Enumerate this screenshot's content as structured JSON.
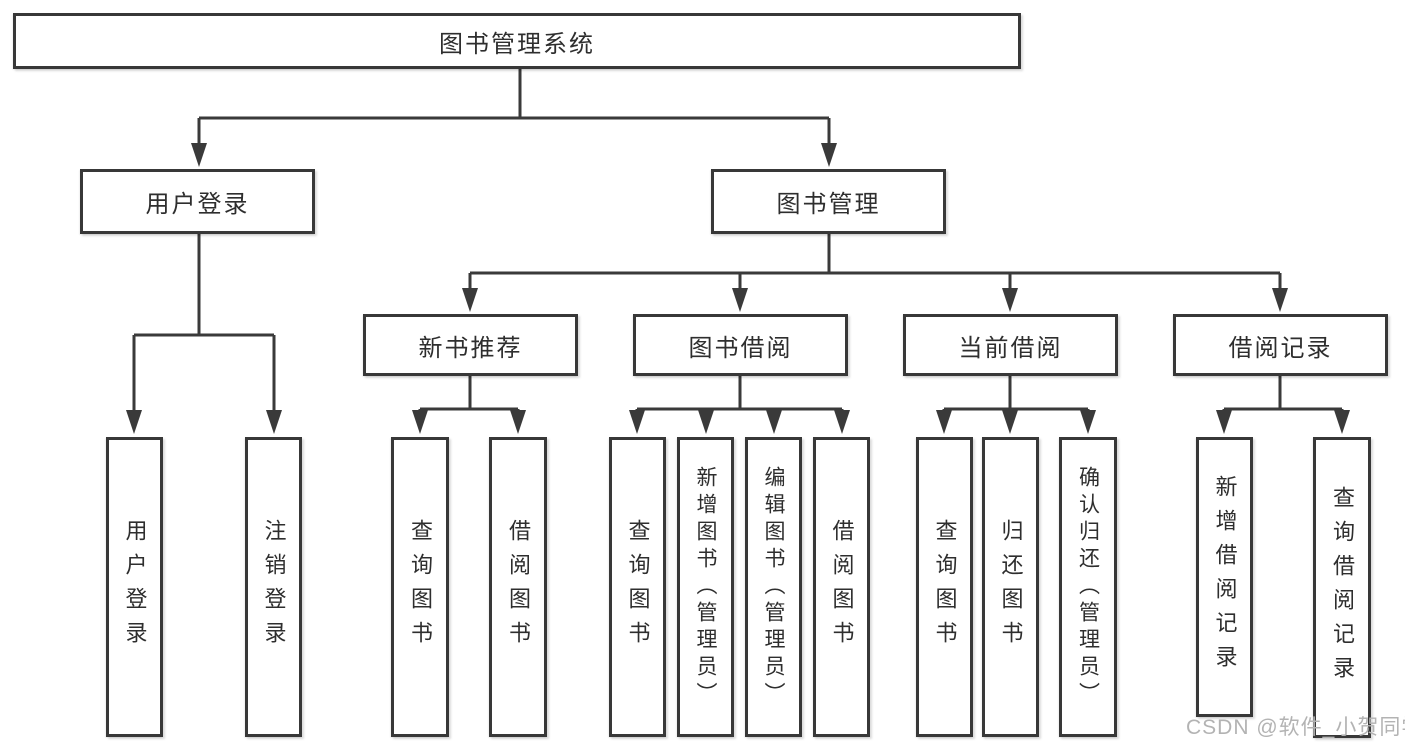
{
  "diagram": {
    "root": "图书管理系统",
    "branches": [
      "用户登录",
      "图书管理"
    ],
    "modules": [
      "新书推荐",
      "图书借阅",
      "当前借阅",
      "借阅记录"
    ],
    "leaves": {
      "user_login": [
        "用户登录",
        "注销登录"
      ],
      "new_book": [
        "查询图书",
        "借阅图书"
      ],
      "book_borrow": [
        "查询图书",
        "新增图书（管理员）",
        "编辑图书（管理员）",
        "借阅图书"
      ],
      "current_borrow": [
        "查询图书",
        "归还图书",
        "确认归还（管理员）"
      ],
      "borrow_record": [
        "新增借阅记录",
        "查询借阅记录"
      ]
    }
  },
  "watermark": "CSDN @软件_小贺同学",
  "colors": {
    "line": "#3a3a3a",
    "box_border": "#383838",
    "box_fill": "#ffffff",
    "text": "#2e2e2e",
    "background": "#ffffff",
    "watermark": "#b3b3b3"
  }
}
